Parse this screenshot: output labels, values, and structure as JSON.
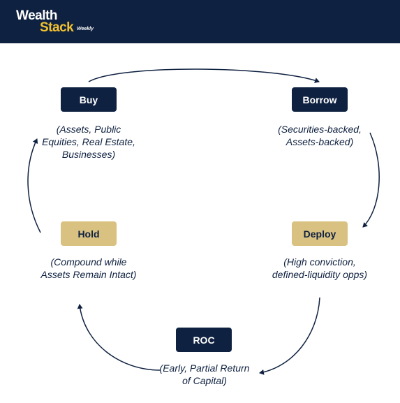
{
  "brand": {
    "line1": "Wealth",
    "line2": "Stack",
    "suffix": "Weekly"
  },
  "nodes": {
    "buy": {
      "label": "Buy",
      "note": "(Assets, Public Equities, Real Estate, Businesses)"
    },
    "borrow": {
      "label": "Borrow",
      "note": "(Securities-backed, Assets-backed)"
    },
    "deploy": {
      "label": "Deploy",
      "note": "(High conviction, defined-liquidity opps)"
    },
    "roc": {
      "label": "ROC",
      "note": "(Early, Partial Return of Capital)"
    },
    "hold": {
      "label": "Hold",
      "note": "(Compound while Assets Remain Intact)"
    }
  },
  "colors": {
    "navy": "#0f2140",
    "gold": "#d8c181",
    "brand_yellow": "#f2c230"
  }
}
